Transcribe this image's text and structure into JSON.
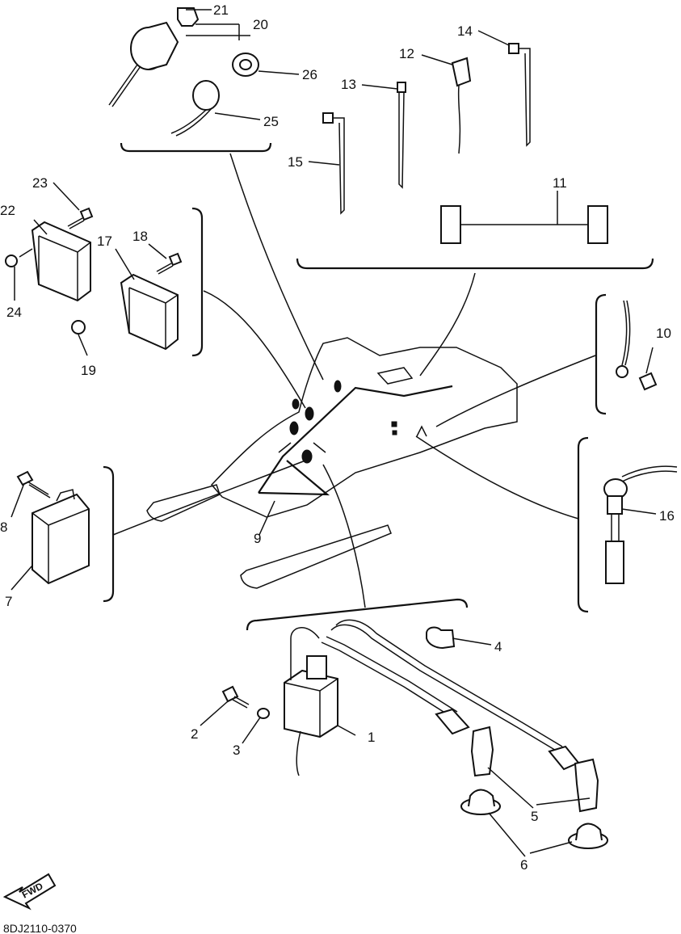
{
  "callouts": {
    "p1": "1",
    "p2": "2",
    "p3": "3",
    "p4": "4",
    "p5": "5",
    "p6": "6",
    "p7": "7",
    "p8": "8",
    "p9": "9",
    "p10": "10",
    "p11": "11",
    "p12": "12",
    "p13": "13",
    "p14": "14",
    "p15": "15",
    "p16": "16",
    "p17": "17",
    "p18": "18",
    "p19": "19",
    "p20": "20",
    "p21": "21",
    "p22": "22",
    "p23": "23",
    "p24": "24",
    "p25": "25",
    "p26": "26"
  },
  "fwd_label": "FWD",
  "figure_code": "8DJ2110-0370"
}
